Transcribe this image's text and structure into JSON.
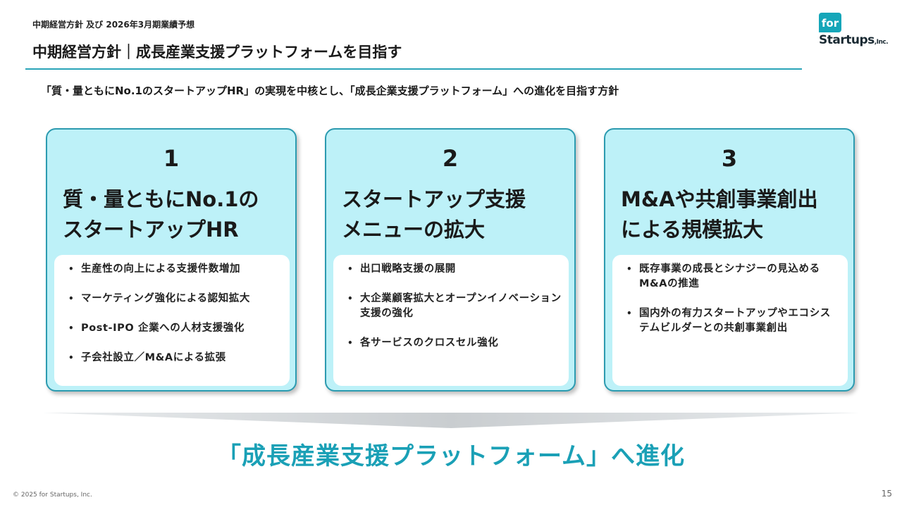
{
  "header": {
    "supertitle": "中期経営方針 及び 2026年3月期業績予想",
    "title": "中期経営方針｜成長産業支援プラットフォームを目指す"
  },
  "logo": {
    "top": "for",
    "word": "Startups",
    "suffix": ",Inc."
  },
  "lead": "「質・量ともにNo.1のスタートアップHR」の実現を中核とし、「成長企業支援プラットフォーム」への進化を目指す方針",
  "cards": [
    {
      "number": "1",
      "title_lines": [
        "質・量ともにNo.1の",
        "スタートアップHR"
      ],
      "items": [
        "生産性の向上による支援件数増加",
        "マーケティング強化による認知拡大",
        "Post-IPO 企業への人材支援強化",
        "子会社設立／M&Aによる拡張"
      ]
    },
    {
      "number": "2",
      "title_lines": [
        "スタートアップ支援",
        "メニューの拡大"
      ],
      "items": [
        "出口戦略支援の展開",
        "大企業顧客拡大とオープンイノベーション支援の強化",
        "各サービスのクロスセル強化"
      ]
    },
    {
      "number": "3",
      "title_lines": [
        "M&Aや共創事業創出",
        "による規模拡大"
      ],
      "items": [
        "既存事業の成長とシナジーの見込めるM&Aの推進",
        "国内外の有力スタートアップやエコシステムビルダーとの共創事業創出"
      ]
    }
  ],
  "bottom_message": "「成長産業支援プラットフォーム」へ進化",
  "footer": {
    "copyright": "© 2025 for Startups, Inc.",
    "page": "15"
  },
  "colors": {
    "accent": "#1aa0b6",
    "card_fill": "#bdf1f8",
    "card_border": "#2c9bb0",
    "rule": "#2aa4b8"
  }
}
